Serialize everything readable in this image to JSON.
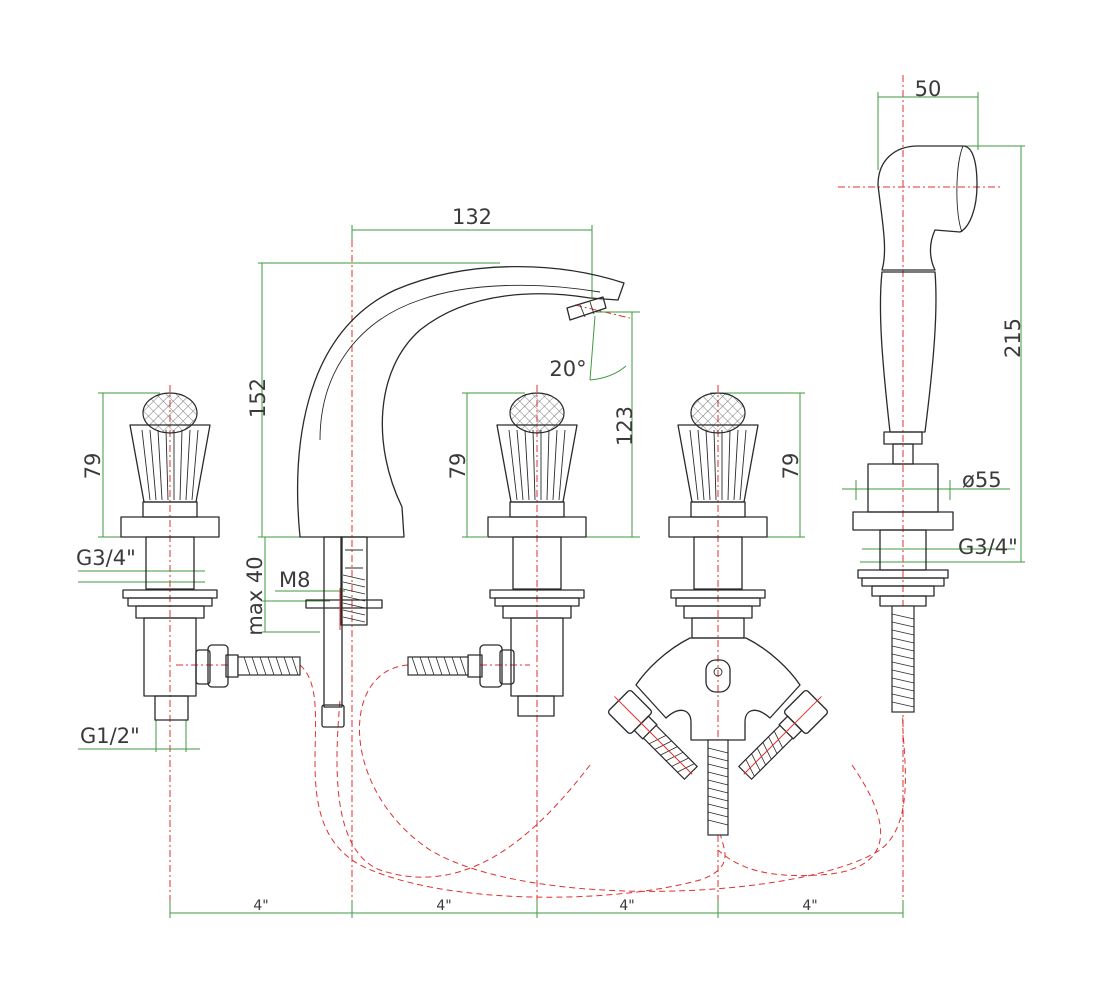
{
  "dimensions": {
    "spout_reach": "132",
    "spout_height": "152",
    "spout_angle": "20°",
    "spout_to_deck": "123",
    "handle_height_left": "79",
    "handle_height_mid": "79",
    "handle_height_right": "79",
    "thread_left": "G3/4\"",
    "max_deck": "max 40",
    "bolt": "M8",
    "inlet_left": "G1/2\"",
    "shower_width": "50",
    "shower_length": "215",
    "shower_base_dia": "ø55",
    "thread_right": "G3/4\"",
    "spacing_1": "4\"",
    "spacing_2": "4\"",
    "spacing_3": "4\"",
    "spacing_4": "4\""
  },
  "colors": {
    "outline": "#2a2a2a",
    "dimension": "#3f9a3f",
    "centerline": "#e03030",
    "text": "#3a3a3a"
  }
}
